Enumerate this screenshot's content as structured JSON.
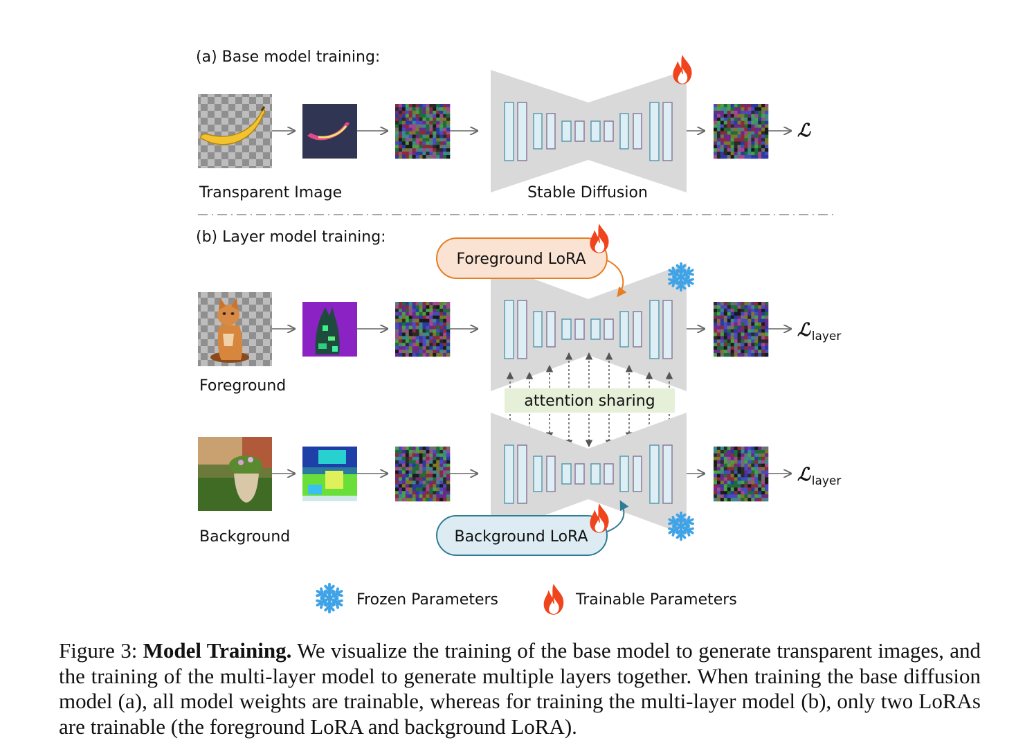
{
  "section_a": {
    "title": "(a) Base model training:",
    "input_label": "Transparent Image",
    "model_label": "Stable Diffusion",
    "loss_symbol": "ℒ"
  },
  "section_b": {
    "title": "(b) Layer model training:",
    "foreground_lora": "Foreground LoRA",
    "background_lora": "Background LoRA",
    "foreground_label": "Foreground",
    "background_label": "Background",
    "attention_label": "attention sharing",
    "loss_symbol": "ℒ",
    "loss_subscript": "layer"
  },
  "legend": {
    "frozen": "Frozen Parameters",
    "trainable": "Trainable Parameters"
  },
  "icons": {
    "frozen": "snowflake-icon",
    "trainable": "flame-icon"
  },
  "colors": {
    "unet_body": "#d9d9d9",
    "block_fill": "#ddeef5",
    "block_stroke_blue": "#5a9bb0",
    "block_stroke_purple": "#8a7a9a",
    "foreground_lora_fill": "#fbe3d3",
    "foreground_lora_stroke": "#e67e22",
    "background_lora_fill": "#dcecf2",
    "background_lora_stroke": "#2e7d95",
    "attention_fill": "#e6f0d8",
    "flame": "#f0441c",
    "snowflake": "#3fa3e6"
  },
  "caption": {
    "prefix": "Figure 3: ",
    "title": "Model Training.",
    "text": " We visualize the training of the base model to generate transparent images, and the training of the multi-layer model to generate multiple layers together. When training the base diffusion model (a), all model weights are trainable, whereas for training the multi-layer model (b), only two LoRAs are trainable (the foreground LoRA and background LoRA)."
  }
}
